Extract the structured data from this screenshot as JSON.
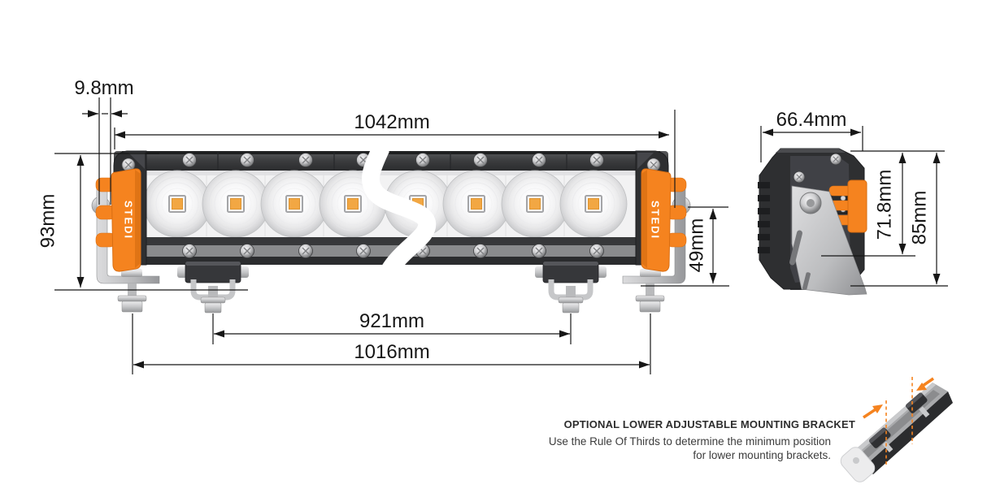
{
  "brand": "STEDI",
  "colors": {
    "accent_orange": "#F5831F",
    "led_chip": "#F2A743",
    "body_dark": "#2E2F31",
    "dimension_line": "#161616"
  },
  "front_view": {
    "dimensions": {
      "bracket_offset": "9.8mm",
      "overall_length": "1042mm",
      "height_with_bracket": "93mm",
      "lower_bracket_height": "49mm",
      "inner_mount_spacing": "921mm",
      "outer_mount_spacing": "1016mm"
    }
  },
  "side_view": {
    "dimensions": {
      "depth": "66.4mm",
      "body_height": "71.8mm",
      "overall_height": "85mm"
    }
  },
  "note": {
    "heading": "OPTIONAL LOWER ADJUSTABLE MOUNTING BRACKET",
    "line1": "Use the Rule Of Thirds to determine the minimum position",
    "line2": "for lower mounting brackets."
  }
}
